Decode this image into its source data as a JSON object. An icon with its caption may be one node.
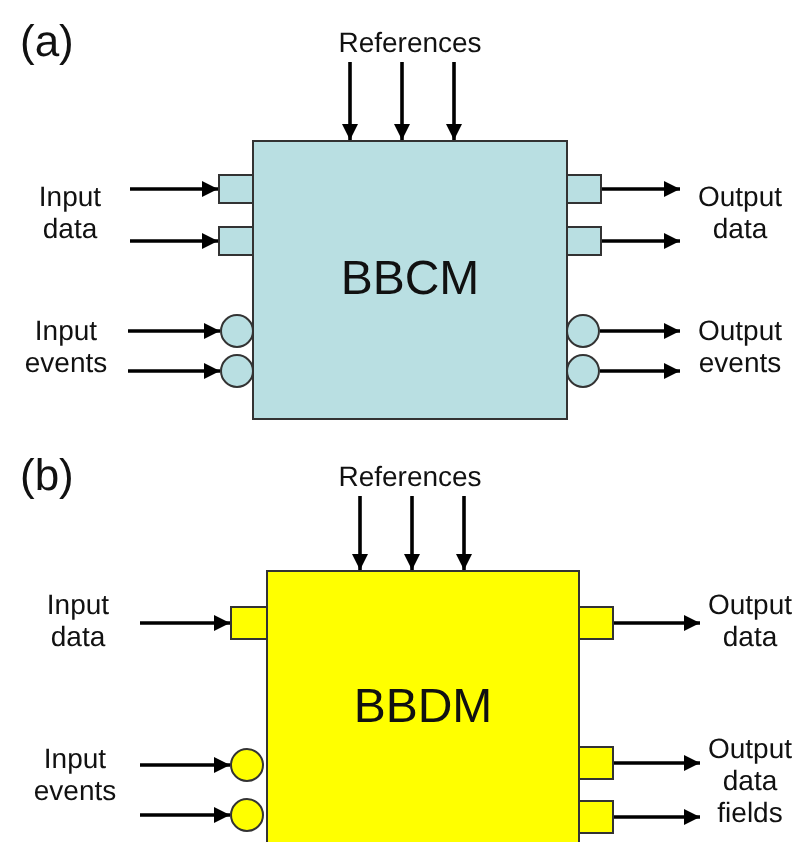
{
  "diagram": {
    "nodes": [
      {
        "text": [
          "References"
        ]
      },
      {
        "text": [
          "BBCM"
        ]
      },
      {
        "text": [],
        "shape": "box"
      },
      {
        "text": [],
        "shape": "box"
      },
      {
        "text": [],
        "shape": "circle"
      },
      {
        "text": [],
        "shape": "circle"
      },
      {
        "text": [],
        "shape": "box"
      },
      {
        "text": [],
        "shape": "box"
      },
      {
        "text": [],
        "shape": "circle"
      },
      {
        "text": [],
        "shape": "circle"
      },
      {
        "text": [
          "Input data"
        ]
      },
      {
        "text": [
          "Output data"
        ]
      },
      {
        "text": [
          "Input events"
        ]
      },
      {
        "text": [
          "Output events"
        ]
      },
      {
        "text": [
          "References"
        ]
      },
      {
        "text": [
          "BBDM"
        ]
      },
      {
        "text": [],
        "shape": "box"
      },
      {
        "text": [],
        "shape": "circle"
      },
      {
        "text": [],
        "shape": "circle"
      },
      {
        "text": [],
        "shape": "box"
      },
      {
        "text": [],
        "shape": "box"
      },
      {
        "text": [],
        "shape": "box"
      },
      {
        "text": [
          "Input data"
        ]
      },
      {
        "text": [
          "Output data"
        ]
      },
      {
        "text": [
          "Input events"
        ]
      },
      {
        "text": [
          "Output data fields"
        ]
      }
    ],
    "edges": [
      {
        "from": 0,
        "to": 1,
        "arrow": "to"
      },
      {
        "from": 0,
        "to": 1,
        "arrow": "to"
      },
      {
        "from": 0,
        "to": 1,
        "arrow": "to"
      },
      {
        "from": 10,
        "to": 2,
        "arrow": "to"
      },
      {
        "from": 10,
        "to": 3,
        "arrow": "to"
      },
      {
        "from": 12,
        "to": 4,
        "arrow": "to"
      },
      {
        "from": 12,
        "to": 5,
        "arrow": "to"
      },
      {
        "from": 6,
        "to": 11,
        "arrow": "to"
      },
      {
        "from": 7,
        "to": 11,
        "arrow": "to"
      },
      {
        "from": 8,
        "to": 13,
        "arrow": "to"
      },
      {
        "from": 9,
        "to": 13,
        "arrow": "to"
      },
      {
        "from": 14,
        "to": 15,
        "arrow": "to"
      },
      {
        "from": 14,
        "to": 15,
        "arrow": "to"
      },
      {
        "from": 14,
        "to": 15,
        "arrow": "to"
      },
      {
        "from": 22,
        "to": 16,
        "arrow": "to"
      },
      {
        "from": 24,
        "to": 17,
        "arrow": "to"
      },
      {
        "from": 24,
        "to": 18,
        "arrow": "to"
      },
      {
        "from": 19,
        "to": 23,
        "arrow": "to"
      },
      {
        "from": 20,
        "to": 25,
        "arrow": "to"
      },
      {
        "from": 21,
        "to": 25,
        "arrow": "to"
      }
    ],
    "labels": [
      "(a)",
      "(b)"
    ]
  }
}
